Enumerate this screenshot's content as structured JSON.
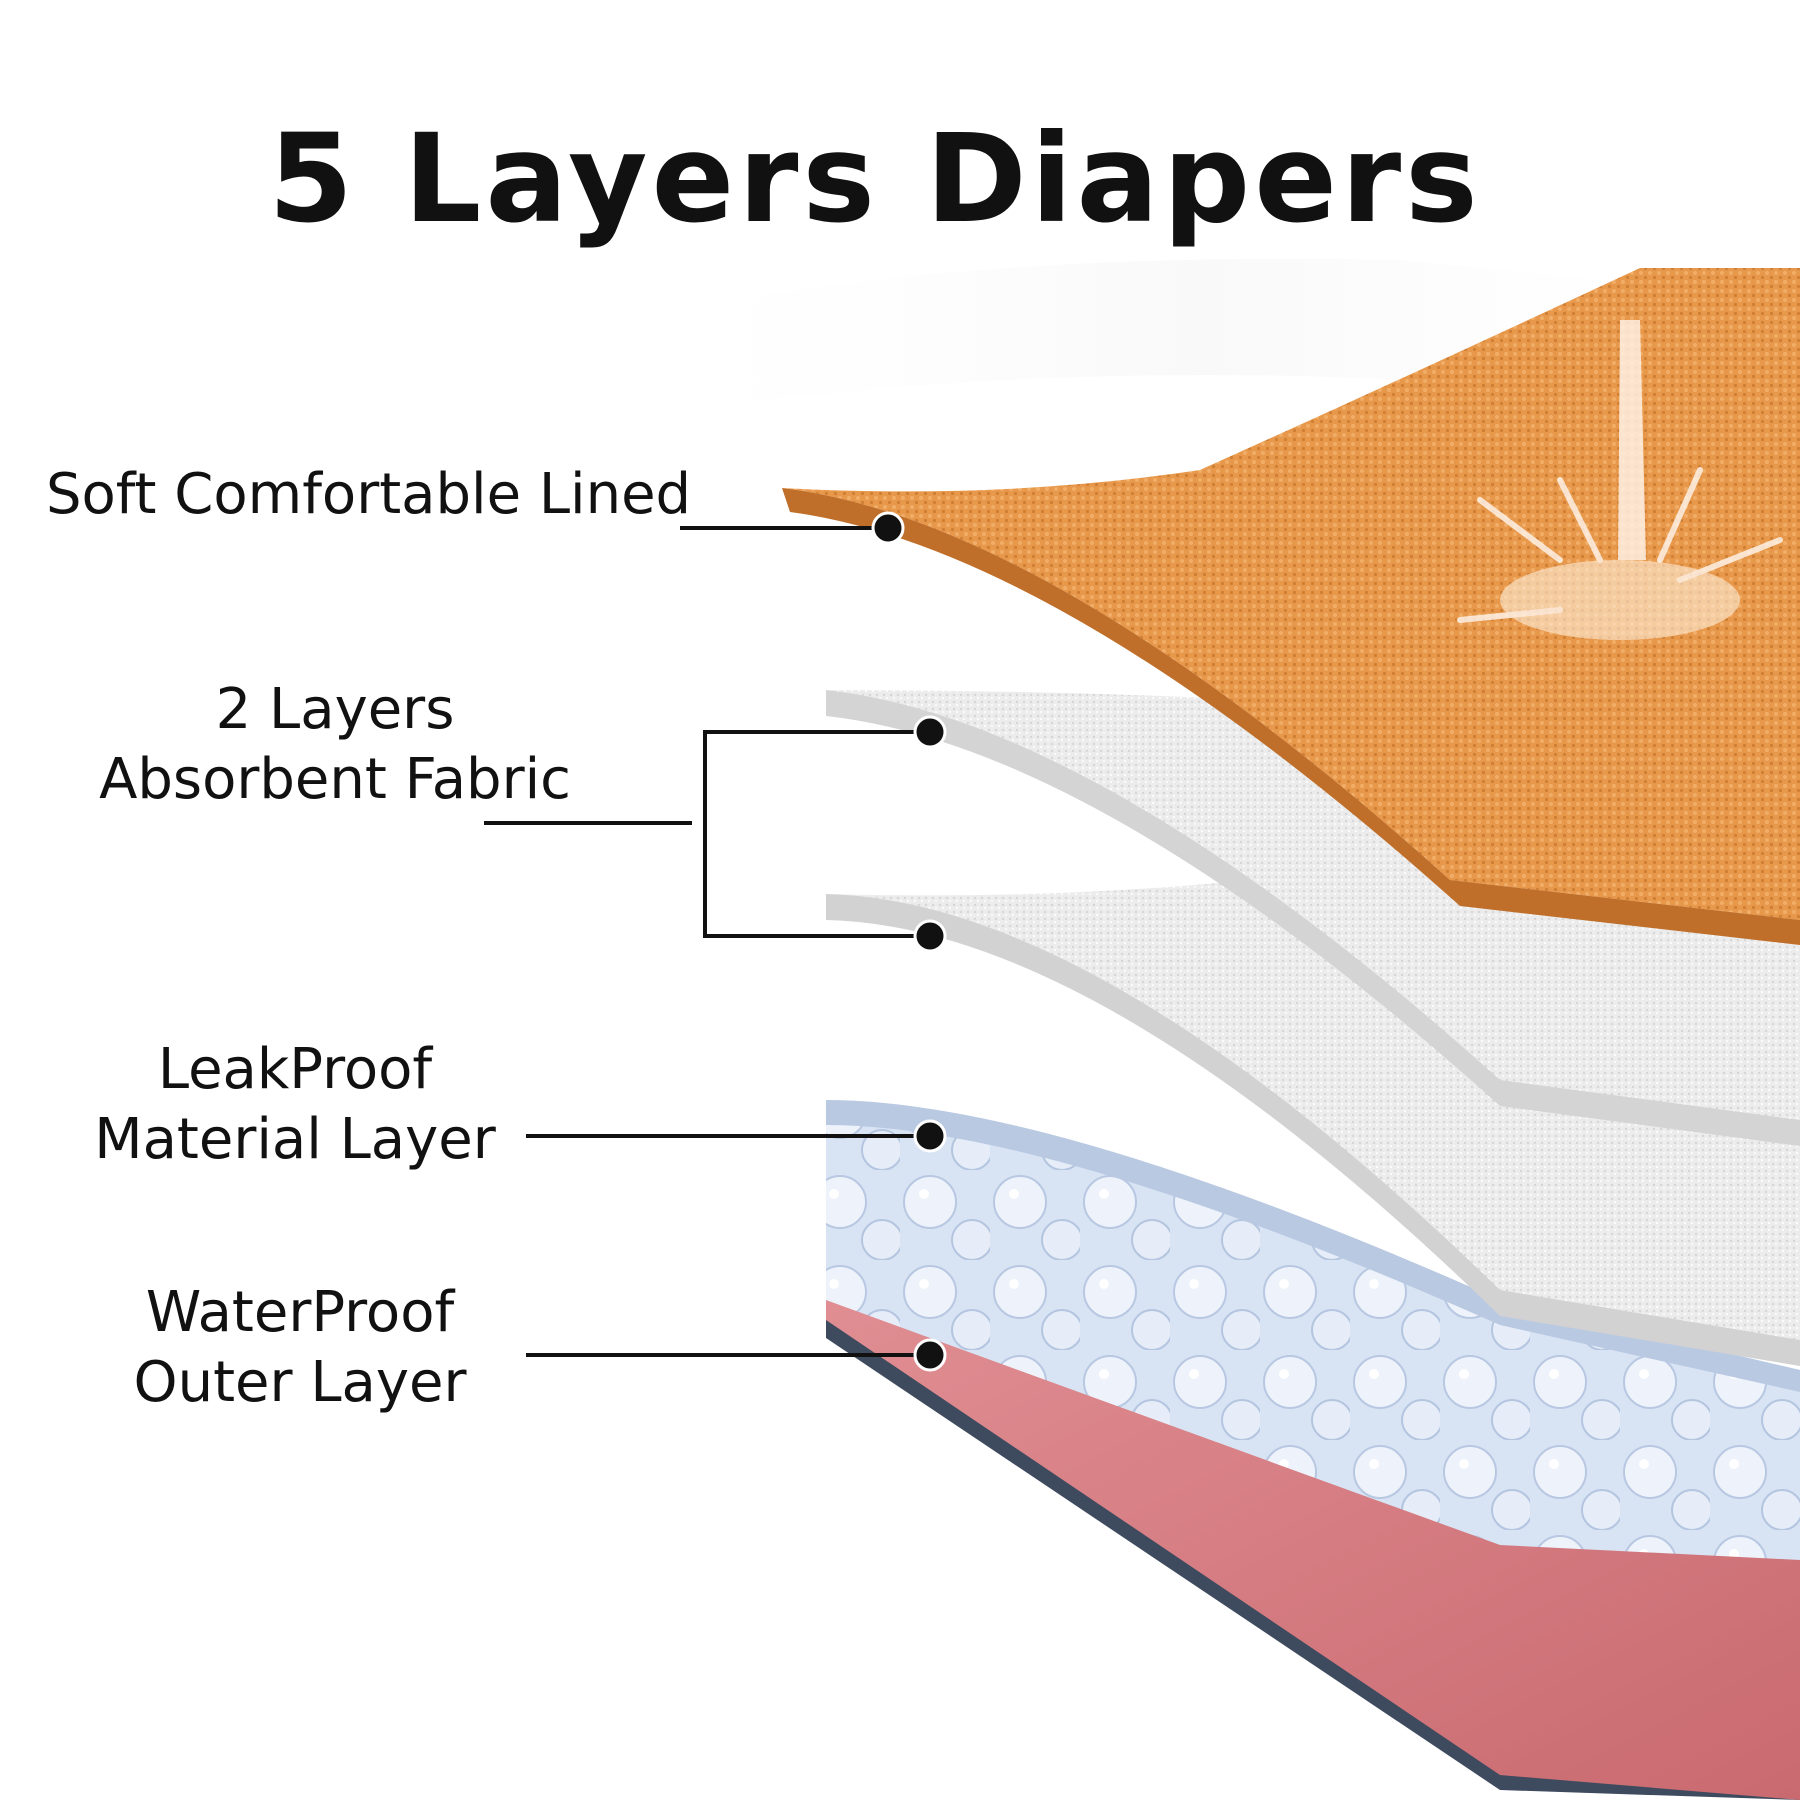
{
  "title": "5 Layers Diapers",
  "labels": {
    "lined": "Soft Comfortable Lined",
    "absorbent_line1": "2 Layers",
    "absorbent_line2": "Absorbent Fabric",
    "leakproof_line1": "LeakProof",
    "leakproof_line2": "Material Layer",
    "waterproof_line1": "WaterProof",
    "waterproof_line2": "Outer Layer"
  },
  "colors": {
    "orange_layer": "#e89a4e",
    "white_layer": "#eeeeee",
    "bubble_layer": "#cfdcef",
    "pink_layer": "#d37b80",
    "navy_edge": "#3e4a5e",
    "leader_line": "#111111"
  }
}
